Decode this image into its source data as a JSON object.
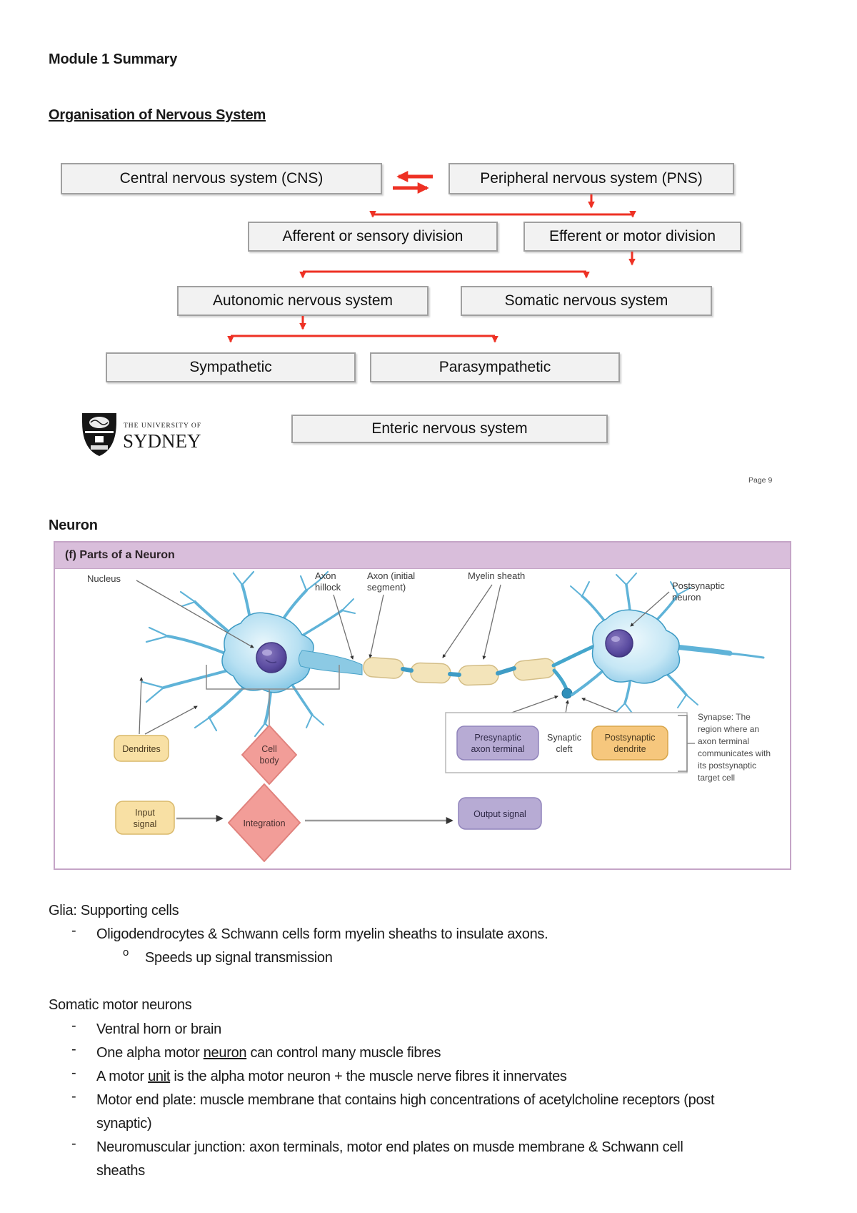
{
  "document": {
    "title": "Module 1 Summary",
    "section1": "Organisation of Nervous System",
    "section2": "Neuron",
    "page_label": "Page 9"
  },
  "flowchart": {
    "boxes": {
      "cns": "Central nervous system (CNS)",
      "pns": "Peripheral nervous system (PNS)",
      "afferent": "Afferent or sensory division",
      "efferent": "Efferent or motor division",
      "autonomic": "Autonomic nervous system",
      "somatic": "Somatic nervous system",
      "sympathetic": "Sympathetic",
      "parasympathetic": "Parasympathetic",
      "enteric": "Enteric nervous system"
    },
    "arrow_color": "#ee3124",
    "box_fill": "#f2f2f2",
    "box_border": "#a0a0a0"
  },
  "logo": {
    "line1": "THE UNIVERSITY OF",
    "line2": "SYDNEY"
  },
  "figure": {
    "header": "(f) Parts of a Neuron",
    "header_bg": "#d9bedb",
    "border_color": "#c5a5c7",
    "labels": {
      "nucleus": "Nucleus",
      "axon_hillock": [
        "Axon",
        "hillock"
      ],
      "axon_initial": [
        "Axon (initial",
        "segment)"
      ],
      "myelin": "Myelin sheath",
      "postsynaptic_neuron": [
        "Postsynaptic",
        "neuron"
      ],
      "dendrites": "Dendrites",
      "cell_body": [
        "Cell",
        "body"
      ],
      "presynaptic": [
        "Presynaptic",
        "axon terminal"
      ],
      "cleft": [
        "Synaptic",
        "cleft"
      ],
      "postsynaptic_dendrite": [
        "Postsynaptic",
        "dendrite"
      ],
      "input": [
        "Input",
        "signal"
      ],
      "integration": "Integration",
      "output": "Output signal",
      "synapse_note": [
        "Synapse: The",
        "region where an",
        "axon terminal",
        "communicates with",
        "its postsynaptic",
        "target cell"
      ]
    }
  },
  "notes": {
    "glia": {
      "heading": "Glia: Supporting cells",
      "bullet": "Oligodendrocytes & Schwann cells form myelin sheaths to insulate axons.",
      "sub_bullet": "Speeds up signal transmission"
    },
    "somatic": {
      "heading": "Somatic motor neurons",
      "b1": "Ventral horn or brain",
      "b2_pre": "One alpha motor ",
      "b2_underlined": "neuron",
      "b2_post": " can control many muscle fibres",
      "b3_pre": "A motor ",
      "b3_underlined": "unit",
      "b3_post": " is the alpha motor neuron + the muscle nerve fibres it innervates",
      "b4": "Motor end plate: muscle membrane that contains high concentrations of acetylcholine receptors (post synaptic)",
      "b5": "Neuromuscular junction: axon terminals, motor end plates on musde membrane & Schwann cell sheaths"
    },
    "markers": {
      "dash": "-",
      "circle": "o"
    }
  }
}
